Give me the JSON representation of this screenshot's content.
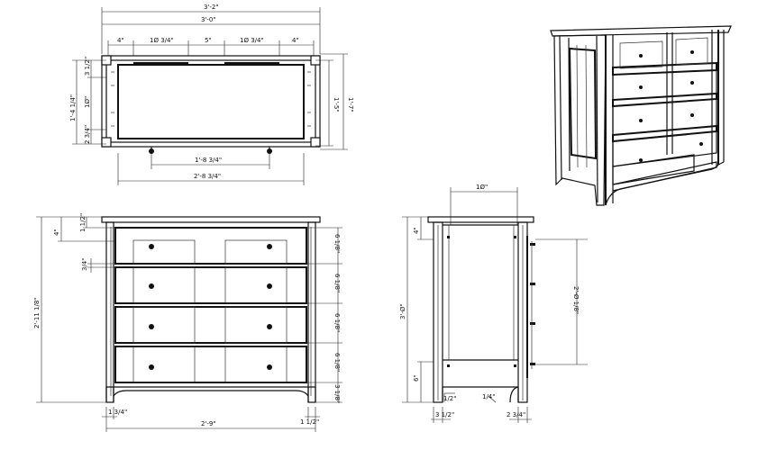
{
  "top_view": {
    "overall_width": "3'-2\"",
    "case_width": "3'-0\"",
    "seg_1": "4\"",
    "seg_2": "1Ø 3/4\"",
    "seg_3": "5\"",
    "seg_4": "1Ø 3/4\"",
    "seg_5": "4\"",
    "left_1": "3 1/2\"",
    "left_2": "1Ø\"",
    "left_3": "2 3/4\"",
    "left_total": "1'-4 1/4\"",
    "right_inner": "1'-5\"",
    "right_outer": "1'-7\"",
    "bottom_inner": "1'-8 3/4\"",
    "bottom_outer": "2'-8 3/4\""
  },
  "front_view": {
    "total_height": "2'-11 1/8\"",
    "top_offset": "4\"",
    "top_thickness": "1 1/2\"",
    "rail": "3/4\"",
    "drawer_1": "6 1/8\"",
    "drawer_2": "6 1/8\"",
    "drawer_3": "6 1/8\"",
    "drawer_4": "6 1/8\"",
    "base": "3 1/8\"",
    "left_leg": "1 3/4\"",
    "width": "2'-9\"",
    "right_leg": "1 1/2\""
  },
  "side_view": {
    "depth": "1Ø\"",
    "height": "3'-Ø\"",
    "top_offset": "4\"",
    "drawer_run": "2'-Ø 1/8\"",
    "base_height": "6\"",
    "foot_radius": "1/2\"",
    "foot_notch": "1/4\"",
    "left_leg": "3 1/2\"",
    "right_leg": "2 3/4\""
  }
}
